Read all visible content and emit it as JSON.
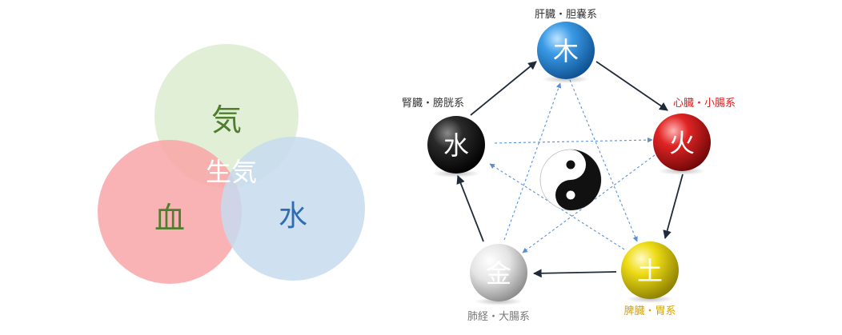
{
  "venn": {
    "qi": {
      "label": "気",
      "fill": "#dcecd0",
      "text_color": "#4f7f2e"
    },
    "blood": {
      "label": "血",
      "fill": "#f9a6a8",
      "text_color": "#4f7f2e"
    },
    "water": {
      "label": "水",
      "fill": "#c7dbef",
      "text_color": "#2f6db2"
    },
    "center": {
      "label": "生気",
      "text_color": "#ffffff"
    }
  },
  "wuxing": {
    "wood": {
      "glyph": "木",
      "caption": "肝臓・胆嚢系",
      "caption_color": "#333333",
      "color": "#2a8ad6"
    },
    "fire": {
      "glyph": "火",
      "caption": "心臓・小腸系",
      "caption_color": "#e02020",
      "color": "#d01818"
    },
    "earth": {
      "glyph": "土",
      "caption": "脾臓・胃系",
      "caption_color": "#d8a400",
      "color": "#e8d400"
    },
    "metal": {
      "glyph": "金",
      "caption": "肺経・大腸系",
      "caption_color": "#777777",
      "color": "#dcdcdc"
    },
    "water": {
      "glyph": "水",
      "caption": "腎臓・膀胱系",
      "caption_color": "#333333",
      "color": "#1c1c1c"
    },
    "arrow_colors": {
      "generating": "#1f2b3a",
      "controlling": "#5b8fd1"
    }
  }
}
